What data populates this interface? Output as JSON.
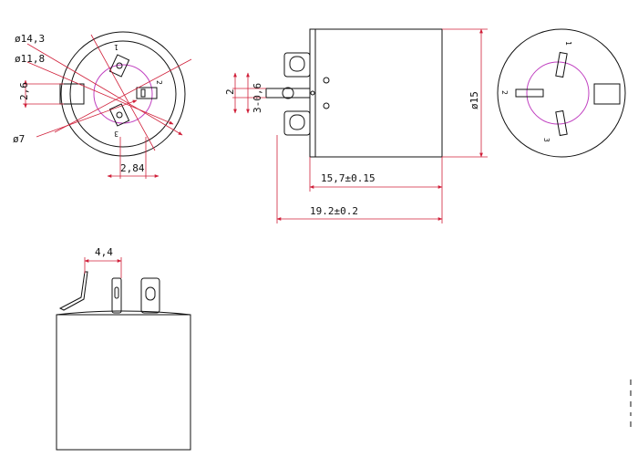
{
  "colors": {
    "outline": "#111111",
    "dimension": "#d0203a",
    "circle_accent": "#c040c0"
  },
  "front_view": {
    "d_outer": "ø14,3",
    "d_inner": "ø11,8",
    "height_2_6": "2,6",
    "d_7": "ø7",
    "width_2_84": "2,84",
    "pin_1": "1",
    "pin_2": "2",
    "pin_3": "3"
  },
  "side_view": {
    "dim_2": "2",
    "dim_3_0_6": "3-0,6",
    "d_15": "ø15",
    "len_15_7": "15,7±0.15",
    "len_19_2": "19.2±0.2"
  },
  "rear_view": {
    "pin_1": "1",
    "pin_2": "2",
    "pin_3": "3"
  },
  "bottom_view": {
    "dim_4_4": "4,4"
  }
}
